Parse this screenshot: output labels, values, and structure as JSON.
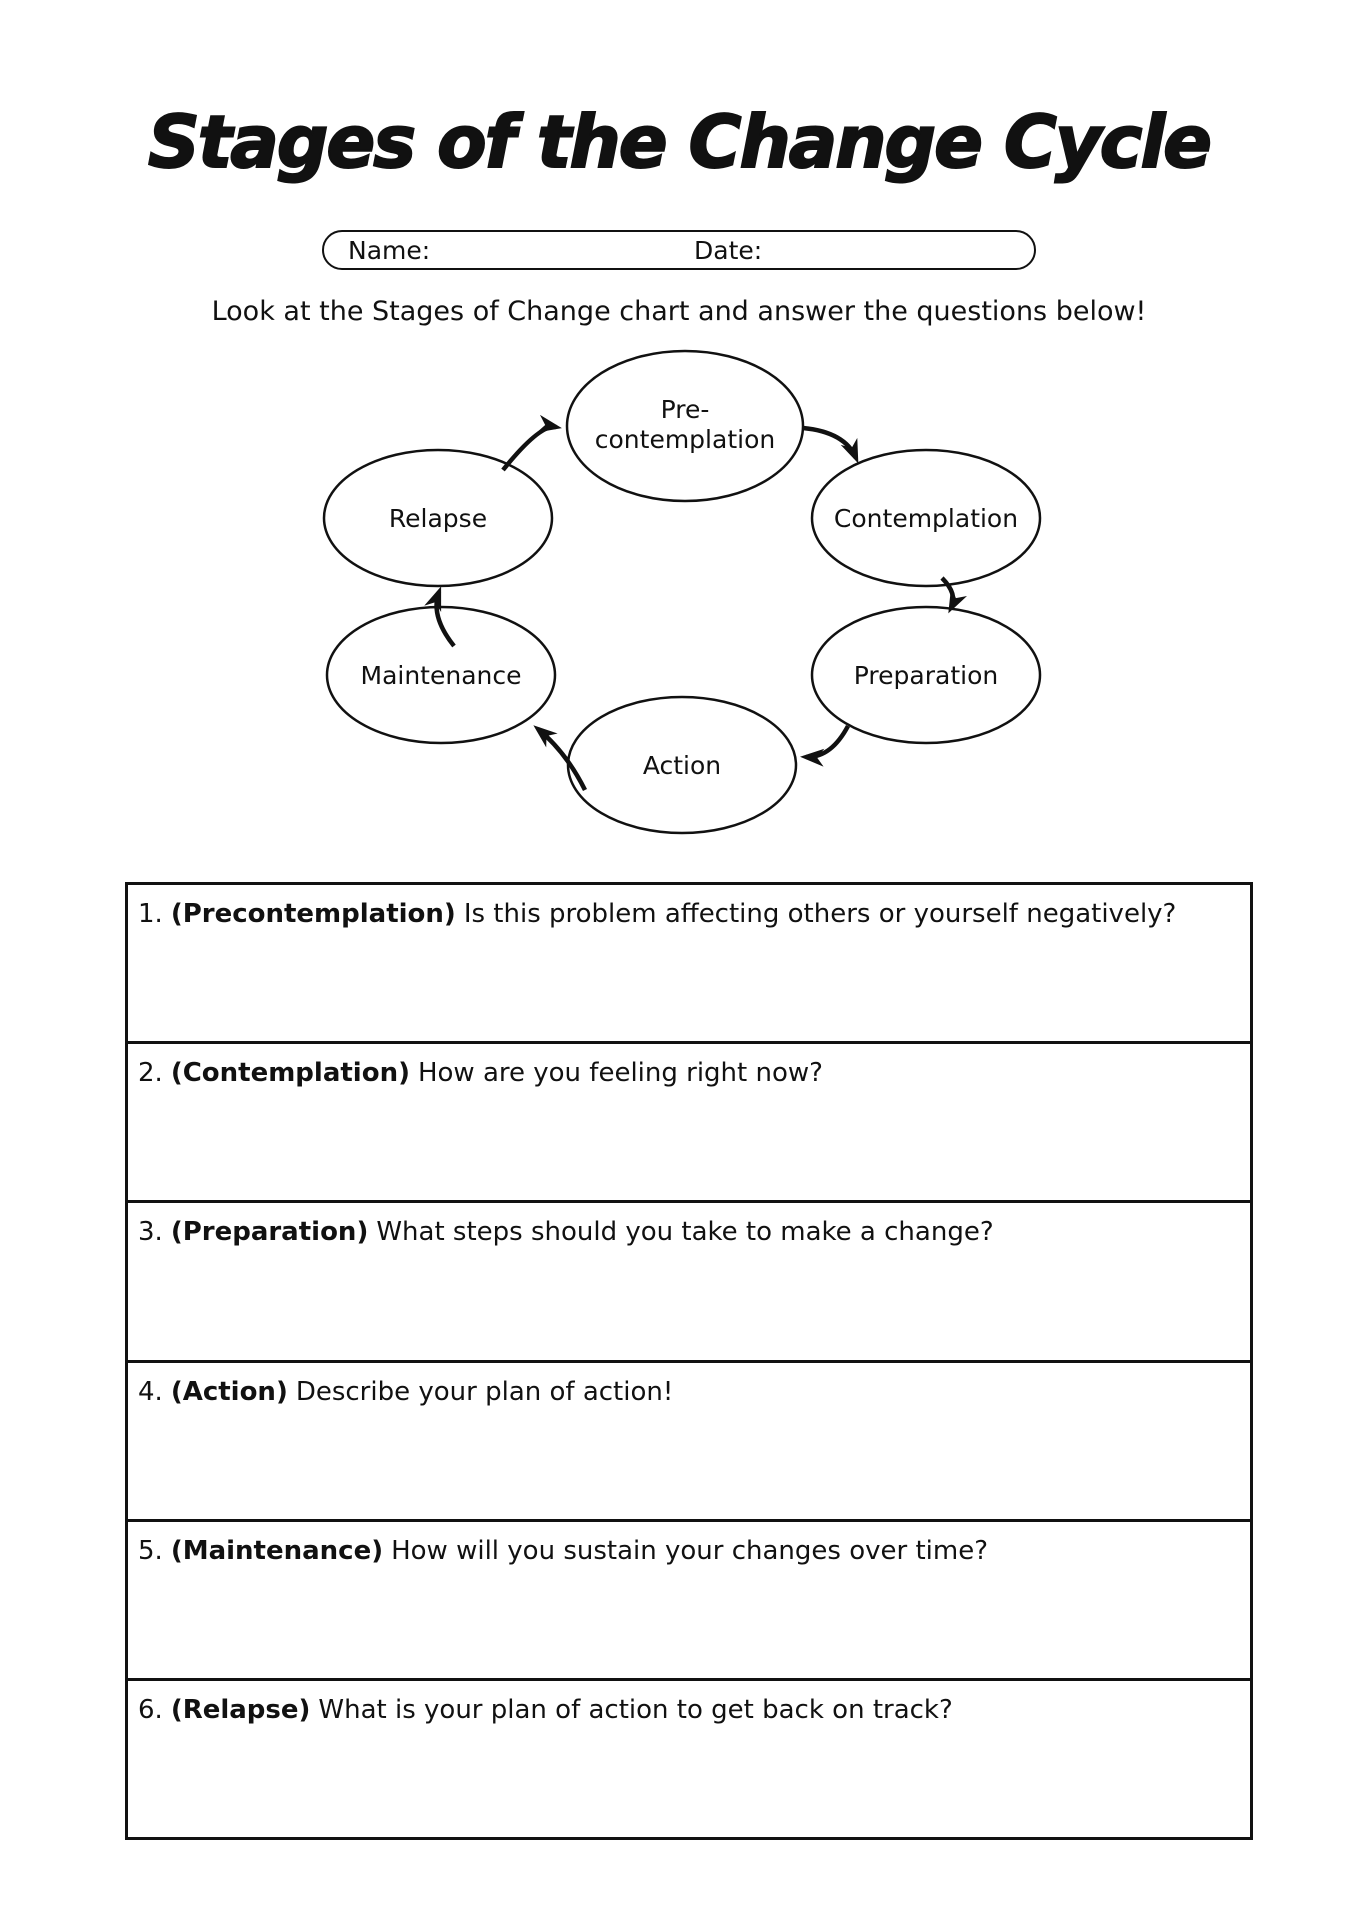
{
  "page": {
    "background": "#ffffff",
    "ink": "#111111"
  },
  "title": "Stages of the Change Cycle",
  "name_date": {
    "name_label": "Name:",
    "date_label": "Date:"
  },
  "instruction": "Look at the Stages of Change chart and answer the questions below!",
  "diagram": {
    "stages": [
      {
        "id": "precontemplation",
        "label": "Pre-contemplation",
        "line1": "Pre-",
        "line2": "contemplation"
      },
      {
        "id": "contemplation",
        "label": "Contemplation",
        "line1": "Contemplation"
      },
      {
        "id": "preparation",
        "label": "Preparation",
        "line1": "Preparation"
      },
      {
        "id": "action",
        "label": "Action",
        "line1": "Action"
      },
      {
        "id": "maintenance",
        "label": "Maintenance",
        "line1": "Maintenance"
      },
      {
        "id": "relapse",
        "label": "Relapse",
        "line1": "Relapse"
      }
    ],
    "arrows": [
      {
        "from": "Relapse",
        "to": "Pre-contemplation"
      },
      {
        "from": "Pre-contemplation",
        "to": "Contemplation"
      },
      {
        "from": "Contemplation",
        "to": "Preparation"
      },
      {
        "from": "Preparation",
        "to": "Action"
      },
      {
        "from": "Action",
        "to": "Maintenance"
      },
      {
        "from": "Maintenance",
        "to": "Relapse"
      }
    ]
  },
  "questions": [
    {
      "num": "1.",
      "stage": "(Precontemplation)",
      "text": "Is this problem affecting others or yourself negatively?"
    },
    {
      "num": "2.",
      "stage": "(Contemplation)",
      "text": "How are you feeling right now?"
    },
    {
      "num": "3.",
      "stage": "(Preparation)",
      "text": "What steps should you take to make a change?"
    },
    {
      "num": "4.",
      "stage": "(Action)",
      "text": "Describe your plan of action!"
    },
    {
      "num": "5.",
      "stage": "(Maintenance)",
      "text": "How will you sustain your changes over time?"
    },
    {
      "num": "6.",
      "stage": "(Relapse)",
      "text": "What is your plan of action to get back on track?"
    }
  ]
}
